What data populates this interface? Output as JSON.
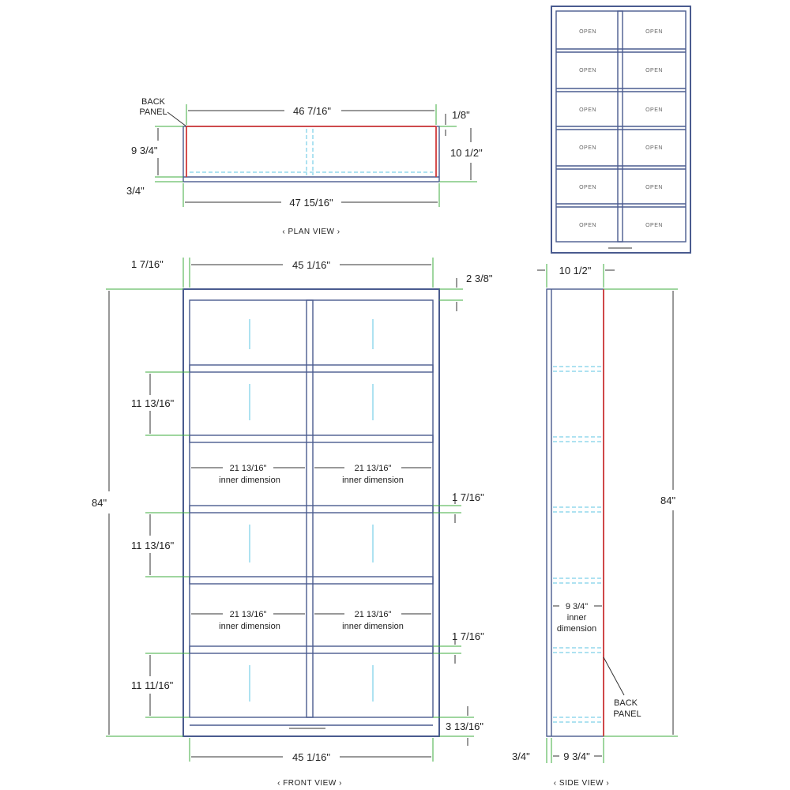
{
  "colors": {
    "frame": "#4a5b8f",
    "back_panel": "#d23a3a",
    "extension_line": "#3fae3f",
    "hidden_line": "#5cc6e3"
  },
  "plan_view": {
    "caption": "‹ PLAN VIEW ›",
    "back_panel_label_1": "BACK",
    "back_panel_label_2": "PANEL",
    "inner_width": "46 7/16\"",
    "outer_width": "47 15/16\"",
    "back_thickness": "1/8\"",
    "inner_depth": "9 3/4\"",
    "outer_depth": "10 1/2\"",
    "front_thickness": "3/4\""
  },
  "front_view": {
    "caption": "‹ FRONT VIEW ›",
    "side_thickness": "1 7/16\"",
    "inner_width_top": "45 1/16\"",
    "inner_width_bottom": "45 1/16\"",
    "top_rail": "2 3/8\"",
    "height": "84\"",
    "opening_1": "11 13/16\"",
    "opening_2": "11 13/16\"",
    "opening_3": "11 11/16\"",
    "cell_width": "21 13/16\"",
    "cell_width_note": "inner dimension",
    "shelf_1": "1 7/16\"",
    "shelf_2": "1 7/16\"",
    "base_rail": "3 13/16\""
  },
  "side_view": {
    "caption": "‹ SIDE VIEW ›",
    "depth_top": "10 1/2\"",
    "height": "84\"",
    "inner_depth": "9 3/4\"",
    "inner_depth_note_1": "inner",
    "inner_depth_note_2": "dimension",
    "back_panel_label_1": "BACK",
    "back_panel_label_2": "PANEL",
    "front_thickness": "3/4\"",
    "bottom_depth": "9 3/4\""
  },
  "open_view": {
    "door_label": "OPEN"
  }
}
